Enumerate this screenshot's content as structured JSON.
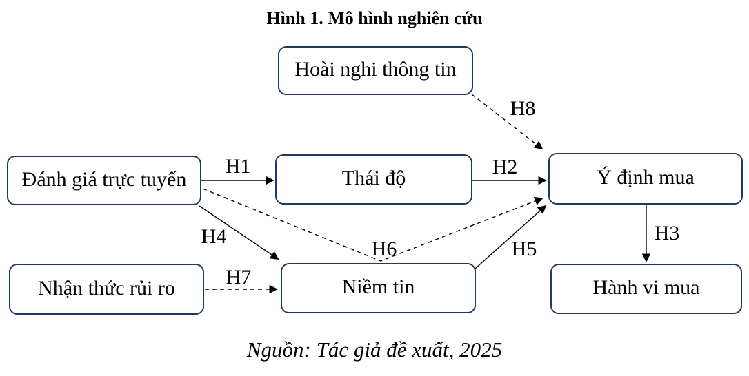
{
  "figure": {
    "title": "Hình 1. Mô hình nghiên cứu",
    "source_caption": "Nguồn: Tác giả đề xuất, 2025"
  },
  "colors": {
    "box_border": "#1f3864",
    "arrow": "#000000",
    "text": "#000000",
    "background": "#ffffff"
  },
  "boxes": {
    "hoai_nghi": {
      "label": "Hoài nghi thông tin"
    },
    "danh_gia": {
      "label": "Đánh giá trực tuyến"
    },
    "thai_do": {
      "label": "Thái độ"
    },
    "y_dinh": {
      "label": "Ý định mua"
    },
    "nhan_thuc": {
      "label": "Nhận thức rủi ro"
    },
    "niem_tin": {
      "label": "Niềm tin"
    },
    "hanh_vi": {
      "label": "Hành vi mua"
    }
  },
  "edges": {
    "h1": {
      "label": "H1",
      "from": "danh_gia",
      "to": "thai_do",
      "line": "solid"
    },
    "h2": {
      "label": "H2",
      "from": "thai_do",
      "to": "y_dinh",
      "line": "solid"
    },
    "h3": {
      "label": "H3",
      "from": "y_dinh",
      "to": "hanh_vi",
      "line": "solid"
    },
    "h4": {
      "label": "H4",
      "from": "danh_gia",
      "to": "niem_tin",
      "line": "solid"
    },
    "h5": {
      "label": "H5",
      "from": "niem_tin",
      "to": "y_dinh",
      "line": "solid"
    },
    "h6": {
      "label": "H6",
      "from": "danh_gia",
      "to": "y_dinh",
      "line": "dashed"
    },
    "h7": {
      "label": "H7",
      "from": "nhan_thuc",
      "to": "niem_tin",
      "line": "dashed"
    },
    "h8": {
      "label": "H8",
      "from": "hoai_nghi",
      "to": "y_dinh",
      "line": "dashed"
    }
  }
}
